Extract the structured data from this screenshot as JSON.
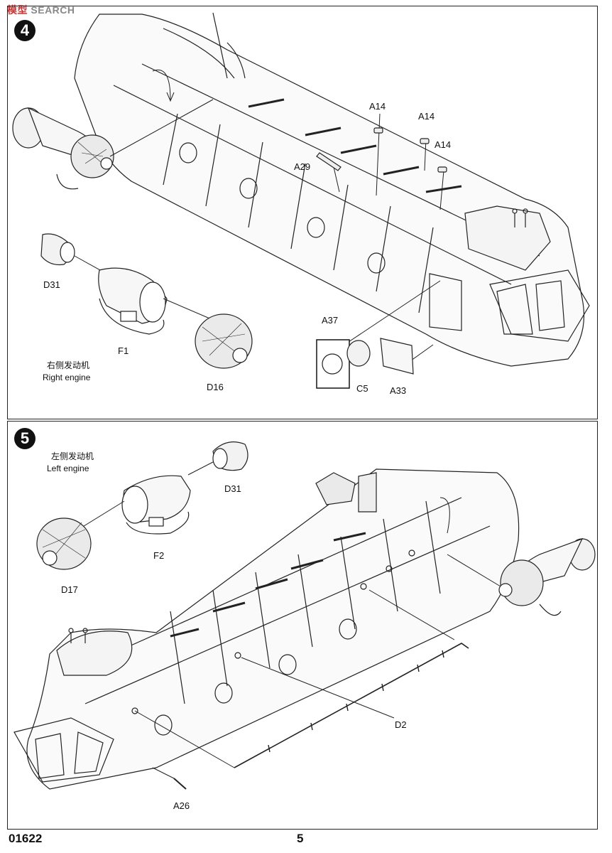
{
  "watermark": {
    "brand": "模型",
    "search": "SEARCH"
  },
  "step4": {
    "number": "4",
    "parts": {
      "a14_1": "A14",
      "a14_2": "A14",
      "a14_3": "A14",
      "a29": "A29",
      "a37": "A37",
      "a33": "A33",
      "c5": "C5",
      "d31": "D31",
      "f1": "F1",
      "d16": "D16"
    },
    "engine_cn": "右侧发动机",
    "engine_en": "Right engine"
  },
  "step5": {
    "number": "5",
    "parts": {
      "d31": "D31",
      "f2": "F2",
      "d17": "D17",
      "d2": "D2",
      "a26": "A26"
    },
    "engine_cn": "左侧发动机",
    "engine_en": "Left engine"
  },
  "footer": {
    "code": "01622",
    "page": "5"
  }
}
